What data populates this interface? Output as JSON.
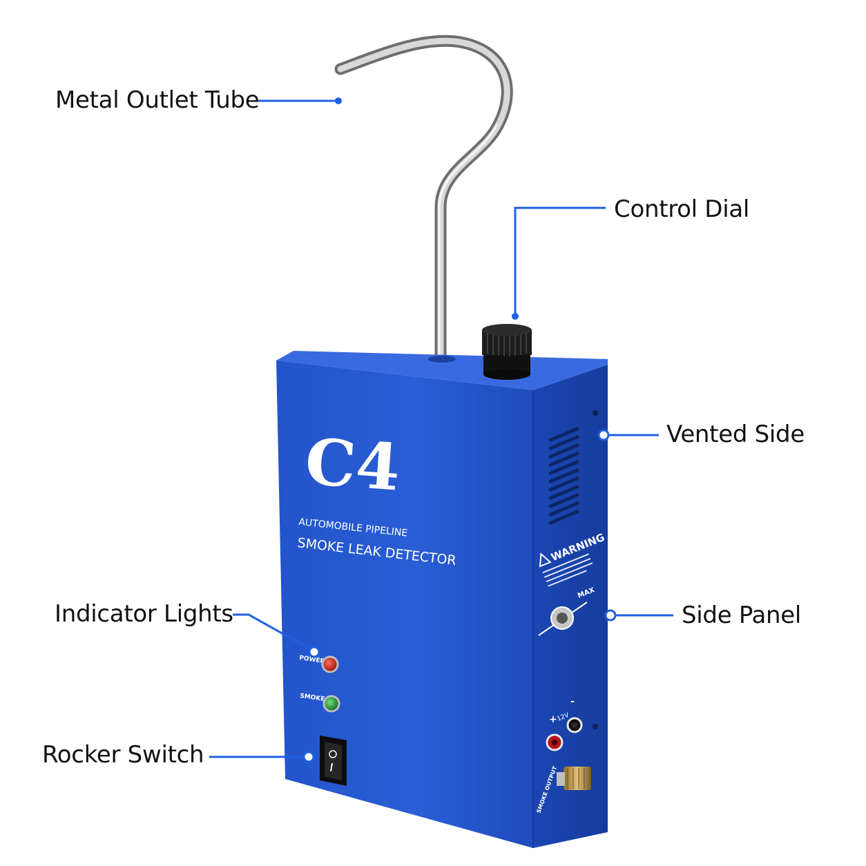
{
  "callouts": {
    "metal_outlet_tube": "Metal Outlet Tube",
    "control_dial": "Control Dial",
    "vented_side": "Vented Side",
    "side_panel": "Side Panel",
    "indicator_lights": "Indicator Lights",
    "rocker_switch": "Rocker Switch"
  },
  "device": {
    "model": "C4",
    "line1": "AUTOMOBILE PIPELINE",
    "line2": "SMOKE LEAK DETECTOR",
    "power_label": "POWER",
    "smoke_label": "SMOKE",
    "warning_title": "WARNING",
    "max_label": "MAX",
    "smoke_output_label": "SMOKE OUTPUT",
    "plus_label": "+",
    "minus_label": "-",
    "voltage_label": "12V"
  },
  "colors": {
    "accent": "#1f5fe0",
    "body_blue": "#1f4fc4",
    "side_blue": "#1a44ad"
  }
}
